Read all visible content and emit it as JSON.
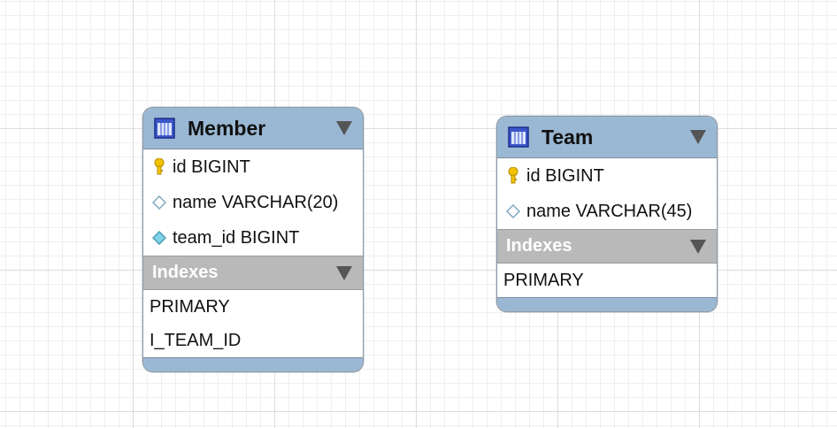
{
  "tables": [
    {
      "name": "Member",
      "columns": [
        {
          "label": "id BIGINT",
          "icon": "primary-key-icon"
        },
        {
          "label": "name VARCHAR(20)",
          "icon": "column-icon"
        },
        {
          "label": "team_id BIGINT",
          "icon": "foreign-key-column-icon"
        }
      ],
      "indexes_label": "Indexes",
      "indexes": [
        "PRIMARY",
        "I_TEAM_ID"
      ]
    },
    {
      "name": "Team",
      "columns": [
        {
          "label": "id BIGINT",
          "icon": "primary-key-icon"
        },
        {
          "label": "name VARCHAR(45)",
          "icon": "column-icon"
        }
      ],
      "indexes_label": "Indexes",
      "indexes": [
        "PRIMARY"
      ]
    }
  ],
  "colors": {
    "header": "#9ab8d4",
    "indexes_header": "#b9b9b9",
    "key_icon": "#f2c200",
    "foreign_key_diamond": "#7fd3e6"
  }
}
